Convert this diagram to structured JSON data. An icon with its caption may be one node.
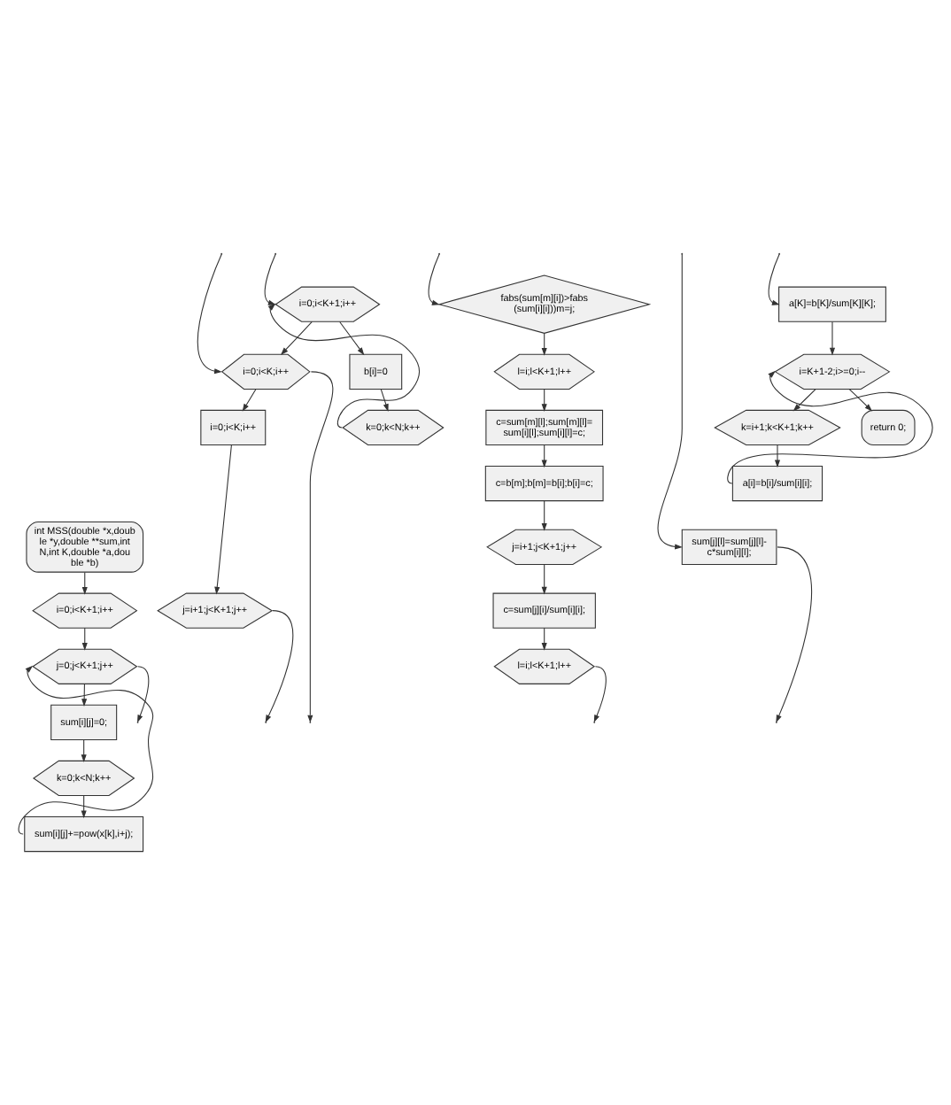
{
  "diagram": {
    "nodes": [
      {
        "text": [
          "int MSS(double *x,double *y,double **sum,int N,int K,double *a,double *b)"
        ]
      },
      {
        "text": [
          "i=0;i<K+1;i++"
        ]
      },
      {
        "text": [
          "j=0;j<K+1;j++"
        ]
      },
      {
        "text": [
          "sum[i][j]=0;"
        ]
      },
      {
        "text": [
          "k=0;k<N;k++"
        ]
      },
      {
        "text": [
          "sum[i][j]+=pow(x[k],i+j);"
        ]
      },
      {
        "text": [
          "i=0;i<K+1;i++"
        ]
      },
      {
        "text": [
          "b[i]=0"
        ]
      },
      {
        "text": [
          "k=0;k<N;k++"
        ]
      },
      {
        "text": [
          "i=0;i<K;i++"
        ]
      },
      {
        "text": [
          "i=0;i<K;i++"
        ]
      },
      {
        "text": [
          "j=i+1;j<K+1;j++"
        ]
      },
      {
        "text": [
          "fabs(sum[m][i])>fabs(sum[i][i]))m=j;"
        ]
      },
      {
        "text": [
          "l=i;l<K+1;l++"
        ]
      },
      {
        "text": [
          "c=sum[m][l];sum[m][l]=sum[i][l];sum[i][l]=c;"
        ]
      },
      {
        "text": [
          "c=b[m];b[m]=b[i];b[i]=c;"
        ]
      },
      {
        "text": [
          "j=i+1;j<K+1;j++"
        ]
      },
      {
        "text": [
          "c=sum[j][i]/sum[i][i];"
        ]
      },
      {
        "text": [
          "l=i;l<K+1;l++"
        ]
      },
      {
        "text": [
          "sum[j][l]=sum[j][l]-c*sum[i][l];"
        ]
      },
      {
        "text": [
          "a[K]=b[K]/sum[K][K];"
        ]
      },
      {
        "text": [
          "i=K+1-2;i>=0;i--"
        ]
      },
      {
        "text": [
          "k=i+1;k<K+1;k++"
        ]
      },
      {
        "text": [
          "a[i]=b[i]/sum[i][i];"
        ]
      },
      {
        "text": [
          "return 0;"
        ]
      }
    ],
    "edges": [
      {
        "from": 0,
        "to": 1,
        "arrow": "to"
      },
      {
        "from": 1,
        "to": 2,
        "arrow": "to"
      },
      {
        "from": 2,
        "to": 3,
        "arrow": "to"
      },
      {
        "from": 3,
        "to": 4,
        "arrow": "to"
      },
      {
        "from": 4,
        "to": 5,
        "arrow": "to"
      },
      {
        "from": 5,
        "to": 2,
        "arrow": "to"
      },
      {
        "from": 2,
        "to": null,
        "arrow": "to"
      },
      {
        "from": null,
        "to": 6,
        "arrow": "to"
      },
      {
        "from": 6,
        "to": 7,
        "arrow": "to"
      },
      {
        "from": 7,
        "to": 8,
        "arrow": "to"
      },
      {
        "from": 8,
        "to": 6,
        "arrow": "to"
      },
      {
        "from": 6,
        "to": 9,
        "arrow": "to"
      },
      {
        "from": 9,
        "to": null,
        "arrow": "to"
      },
      {
        "from": 9,
        "to": 10,
        "arrow": "to"
      },
      {
        "from": 10,
        "to": 11,
        "arrow": "to"
      },
      {
        "from": 11,
        "to": null,
        "arrow": "to"
      },
      {
        "from": null,
        "to": 9,
        "arrow": "to"
      },
      {
        "from": null,
        "to": 12,
        "arrow": "to"
      },
      {
        "from": 12,
        "to": 13,
        "arrow": "to"
      },
      {
        "from": 13,
        "to": 14,
        "arrow": "to"
      },
      {
        "from": 14,
        "to": 15,
        "arrow": "to"
      },
      {
        "from": 15,
        "to": 16,
        "arrow": "to"
      },
      {
        "from": 16,
        "to": 17,
        "arrow": "to"
      },
      {
        "from": 17,
        "to": 18,
        "arrow": "to"
      },
      {
        "from": 18,
        "to": null,
        "arrow": "to"
      },
      {
        "from": null,
        "to": 19,
        "arrow": "to"
      },
      {
        "from": 19,
        "to": null,
        "arrow": "to"
      },
      {
        "from": null,
        "to": 20,
        "arrow": "to"
      },
      {
        "from": 20,
        "to": 21,
        "arrow": "to"
      },
      {
        "from": 21,
        "to": 22,
        "arrow": "to"
      },
      {
        "from": 22,
        "to": 23,
        "arrow": "to"
      },
      {
        "from": 23,
        "to": 21,
        "arrow": "to"
      },
      {
        "from": 21,
        "to": 24,
        "arrow": "to"
      }
    ]
  }
}
